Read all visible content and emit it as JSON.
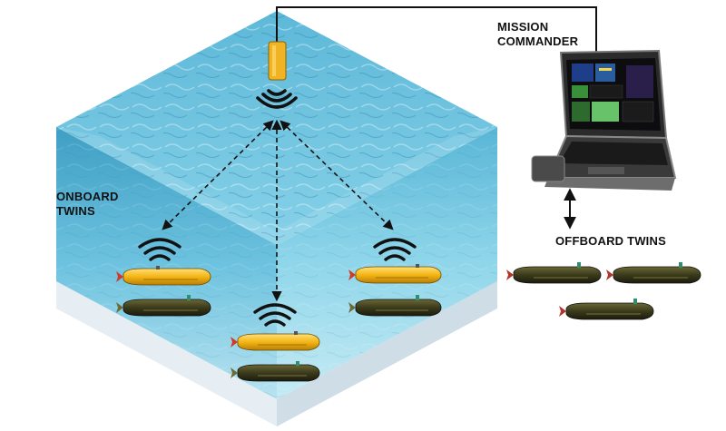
{
  "labels": {
    "mission_line1": "MISSION",
    "mission_line2": "COMMANDER",
    "onboard_line1": "ONBOARD",
    "onboard_line2": "TWINS",
    "offboard": "OFFBOARD TWINS"
  },
  "colors": {
    "water_top": "#6fc6e2",
    "water_left": "#5ab3d2",
    "water_right": "#7ccfe6",
    "seabed": "#dde8ef",
    "auv_yellow": "#f4b514",
    "twin_dark": "#3b3a1c",
    "buoy": "#f0b323",
    "link": "#111111"
  },
  "icons": [
    "buoy-icon",
    "wifi-icon",
    "laptop-icon",
    "auv-icon",
    "digital-twin-auv-icon",
    "bidirectional-arrow-icon"
  ]
}
